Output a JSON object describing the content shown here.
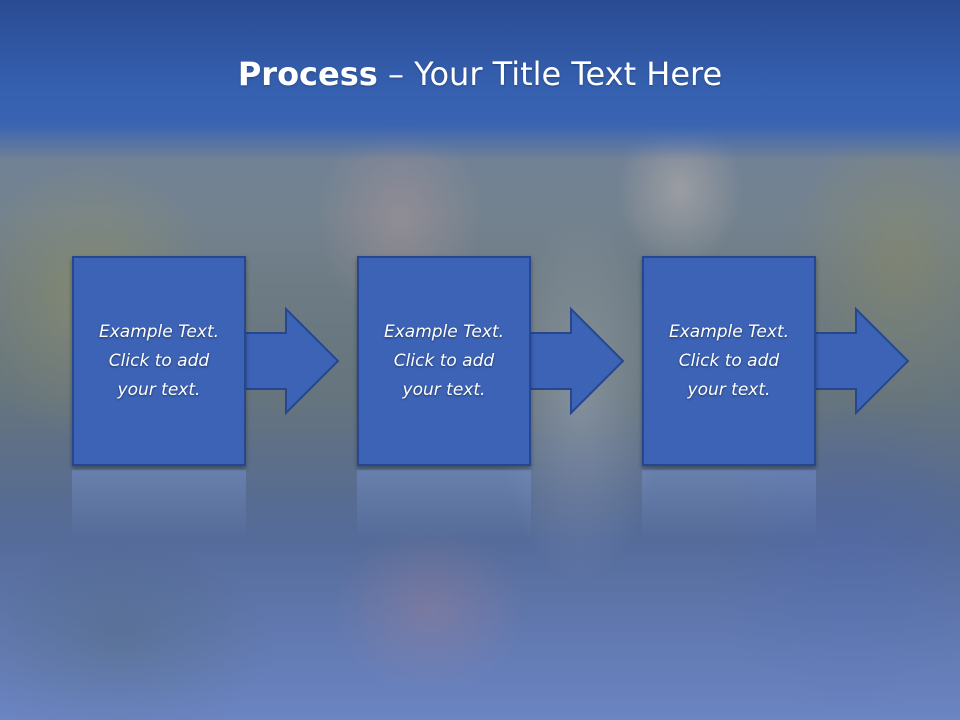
{
  "slide": {
    "title_bold": "Process",
    "title_rest": " – Your Title Text Here",
    "accent_color": "#3c63b6",
    "border_color": "#26478f",
    "steps": [
      {
        "line1": "Example Text.",
        "line2": "Click  to add",
        "line3": "your text.",
        "arrow_icon": "arrow-right-icon"
      },
      {
        "line1": "Example Text.",
        "line2": "Click  to add",
        "line3": "your text.",
        "arrow_icon": "arrow-right-icon"
      },
      {
        "line1": "Example Text.",
        "line2": "Click  to add",
        "line3": "your text.",
        "arrow_icon": "arrow-right-icon"
      }
    ]
  }
}
